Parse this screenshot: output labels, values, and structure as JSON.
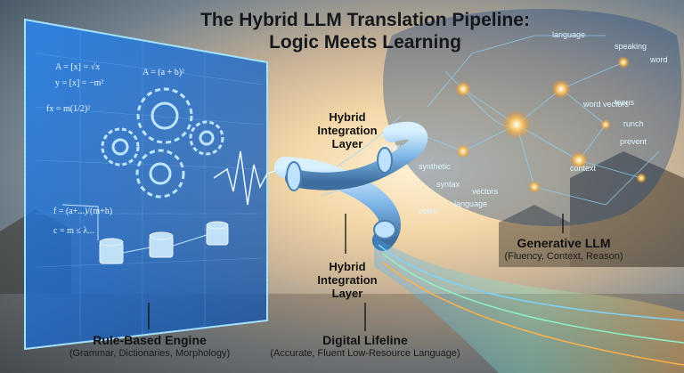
{
  "title": {
    "line1": "The Hybrid LLM Translation Pipeline:",
    "line2": "Logic Meets Learning"
  },
  "integration_top": {
    "line1": "Hybrid",
    "line2": "Integration",
    "line3": "Layer"
  },
  "integration_bottom": {
    "line1": "Hybrid",
    "line2": "Integration",
    "line3": "Layer"
  },
  "rule_engine": {
    "title": "Rule-Based Engine",
    "subtitle": "(Grammar, Dictionaries, Morphology)"
  },
  "llm": {
    "title": "Generative LLM",
    "subtitle": "(Fluency, Context, Reason)"
  },
  "lifeline": {
    "title": "Digital Lifeline",
    "subtitle": "(Accurate, Fluent Low-Resource Language)"
  },
  "formulas": [
    "A = [x] = √x",
    "y = [x] = −m²",
    "A = (a + b)²",
    "fx = m(1/2)²",
    "f = (a+...)/(m+h)",
    "c = m ≤ λ..."
  ],
  "network_words": [
    "language",
    "word",
    "speaking",
    "word vectors",
    "runch",
    "teens",
    "prevent",
    "context",
    "synthetic",
    "language",
    "vectors",
    "syntax",
    "language",
    "voice"
  ],
  "colors": {
    "panel": "#1f6fd6",
    "glow": "#7fd4ff",
    "node": "#ffb347"
  }
}
